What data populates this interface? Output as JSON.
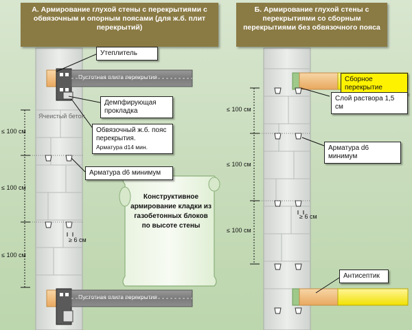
{
  "left": {
    "title": "А. Армирование глухой стены с перекрытиями с обвязочным  и опорным поясами (для ж.б. плит перекрытий)",
    "labels": {
      "insulation": "Утеплитель",
      "damper": "Демпфирующая прокладка",
      "belt": "Обвязочный ж.б. пояс перекрытия.",
      "belt_note": "Арматура d14 мин.",
      "rebar": "Арматура d6 минимум"
    },
    "slab_text_top": "Пустотная плита перекрытия",
    "slab_text_bottom": "Пустотная плита перекрытия",
    "wall_text": "Ячеистый бетон",
    "dims": [
      "≤ 100 см",
      "≤ 100 см",
      "≤ 100 см"
    ],
    "gap": "≥ 6 см"
  },
  "center": {
    "scroll_text": "Конструктивное армирование кладки из газобетонных блоков по высоте стены"
  },
  "right": {
    "title": "Б. Армирование глухой стены с перекрытиями со сборным перекрытиями без обвязочного пояса",
    "labels": {
      "slab": "Сборное перекрытие",
      "mortar": "Слой раствора 1,5 см",
      "rebar": "Арматура d6 минимум",
      "antiseptic": "Антисептик"
    },
    "dims": [
      "≤ 100 см",
      "≤ 100 см",
      "≤ 100 см"
    ],
    "gap": "≥ 6 см"
  },
  "colors": {
    "background": "#c6dbb9",
    "title_box": "#8a7a44",
    "wall": "#e2e5e2",
    "slab": "#7c7c7c",
    "insulation": "#f4c890",
    "yellow": "#fff200"
  }
}
